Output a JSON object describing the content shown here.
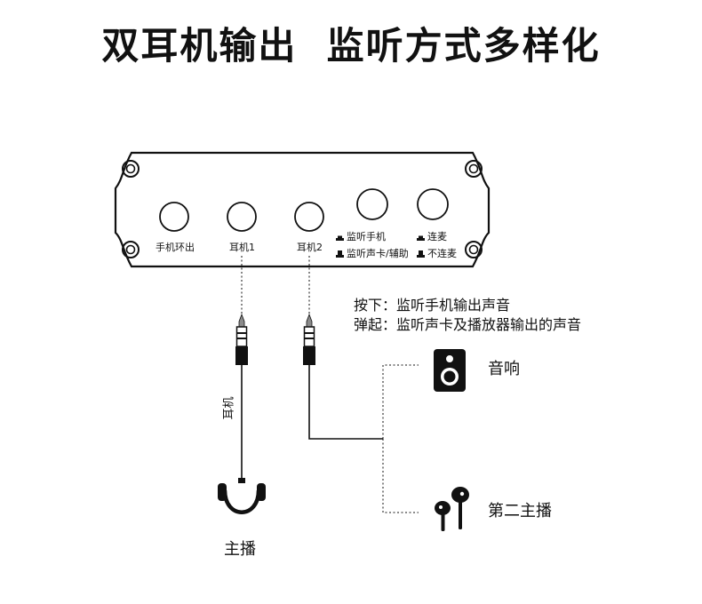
{
  "title": "双耳机输出  监听方式多样化",
  "panel": {
    "ports": [
      "手机环出",
      "耳机1",
      "耳机2"
    ],
    "switches": {
      "monitor": {
        "pressed": "监听手机",
        "released": "监听声卡/辅助"
      },
      "link": {
        "pressed": "连麦",
        "released": "不连麦"
      }
    }
  },
  "notes": {
    "press": "按下：监听手机输出声音",
    "release": "弹起：监听声卡及播放器输出的声音"
  },
  "cable_label": "耳机",
  "devices": {
    "speaker": "音响",
    "second_host": "第二主播",
    "host": "主播"
  },
  "icons": {
    "speaker": "speaker-icon",
    "earphones": "earphones-icon",
    "headphones": "headphones-icon",
    "jack": "audio-jack-icon",
    "switch_pressed": "switch-pressed-icon",
    "switch_released": "switch-released-icon"
  },
  "colors": {
    "line": "#111111",
    "plug_tip": "#8a8a8a",
    "background": "#ffffff"
  }
}
